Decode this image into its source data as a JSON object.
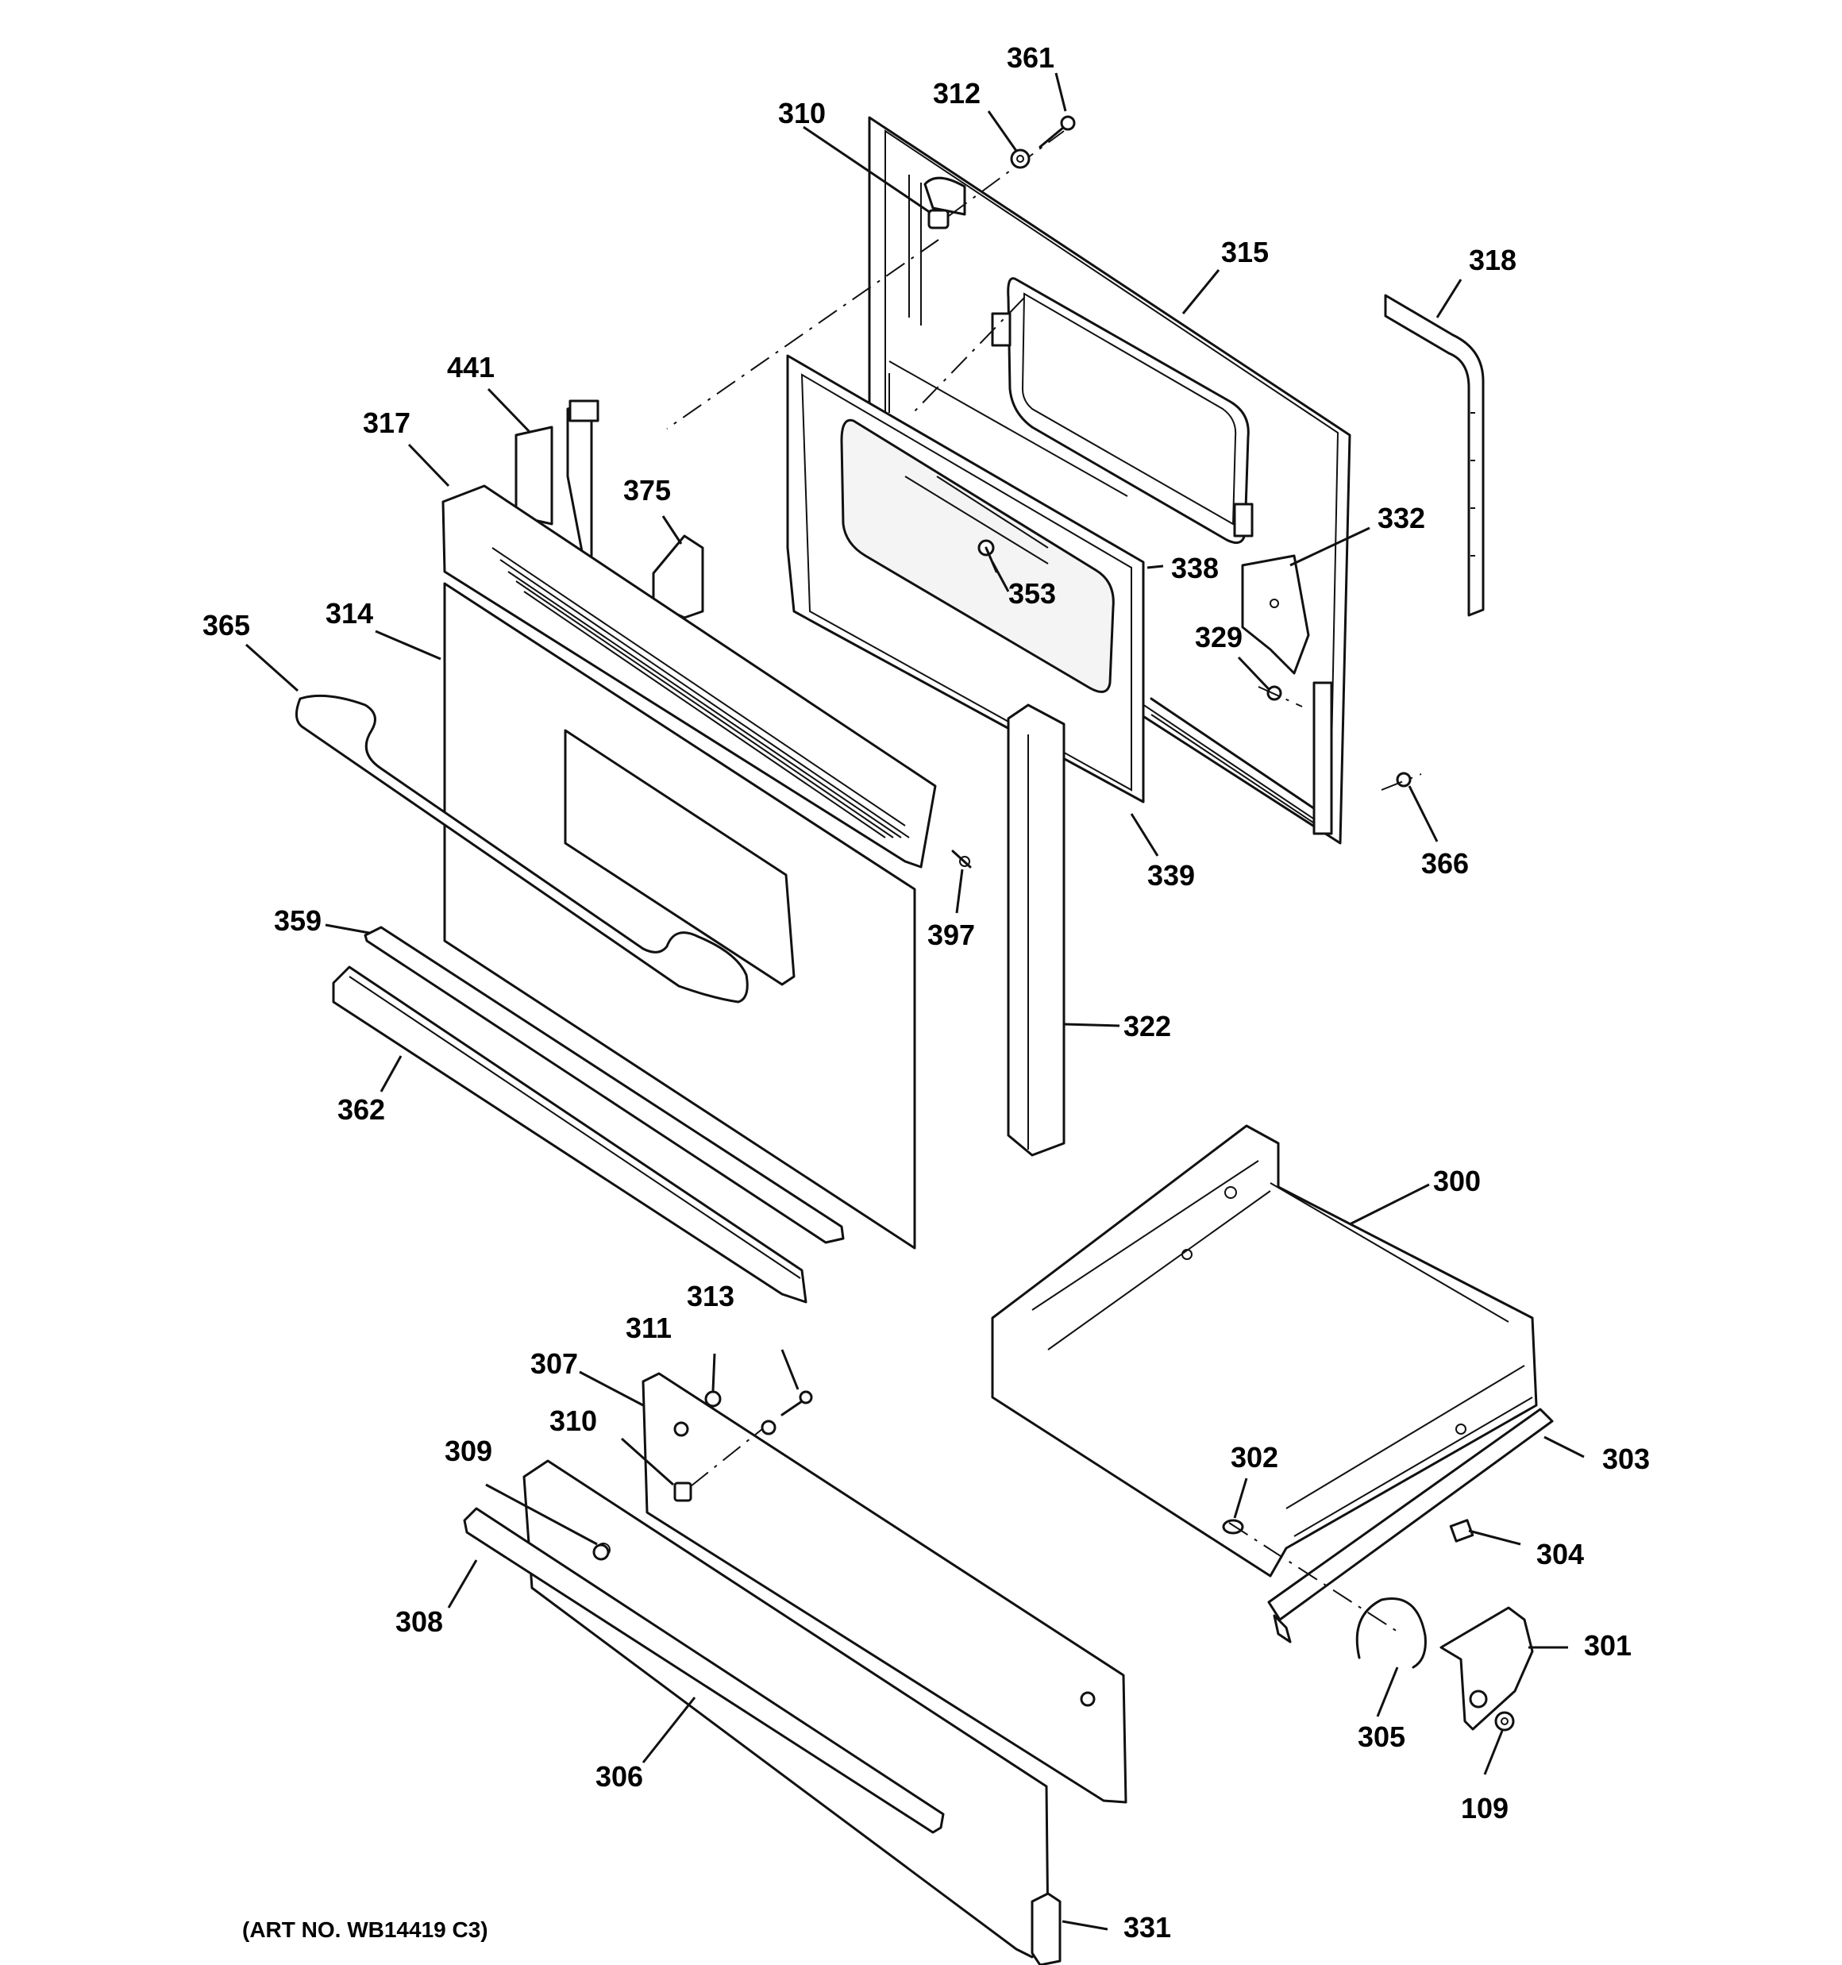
{
  "diagram": {
    "art_number": "(ART NO. WB14419 C3)",
    "callouts": {
      "c361": "361",
      "c312": "312",
      "c310a": "310",
      "c315": "315",
      "c318": "318",
      "c441": "441",
      "c317": "317",
      "c375": "375",
      "c332": "332",
      "c338": "338",
      "c353": "353",
      "c365": "365",
      "c314": "314",
      "c329": "329",
      "c339": "339",
      "c366": "366",
      "c397": "397",
      "c359": "359",
      "c322": "322",
      "c362": "362",
      "c300": "300",
      "c313": "313",
      "c311": "311",
      "c307": "307",
      "c310b": "310",
      "c309": "309",
      "c302": "302",
      "c303": "303",
      "c304": "304",
      "c308": "308",
      "c301": "301",
      "c305": "305",
      "c306": "306",
      "c109": "109",
      "c331": "331"
    }
  }
}
